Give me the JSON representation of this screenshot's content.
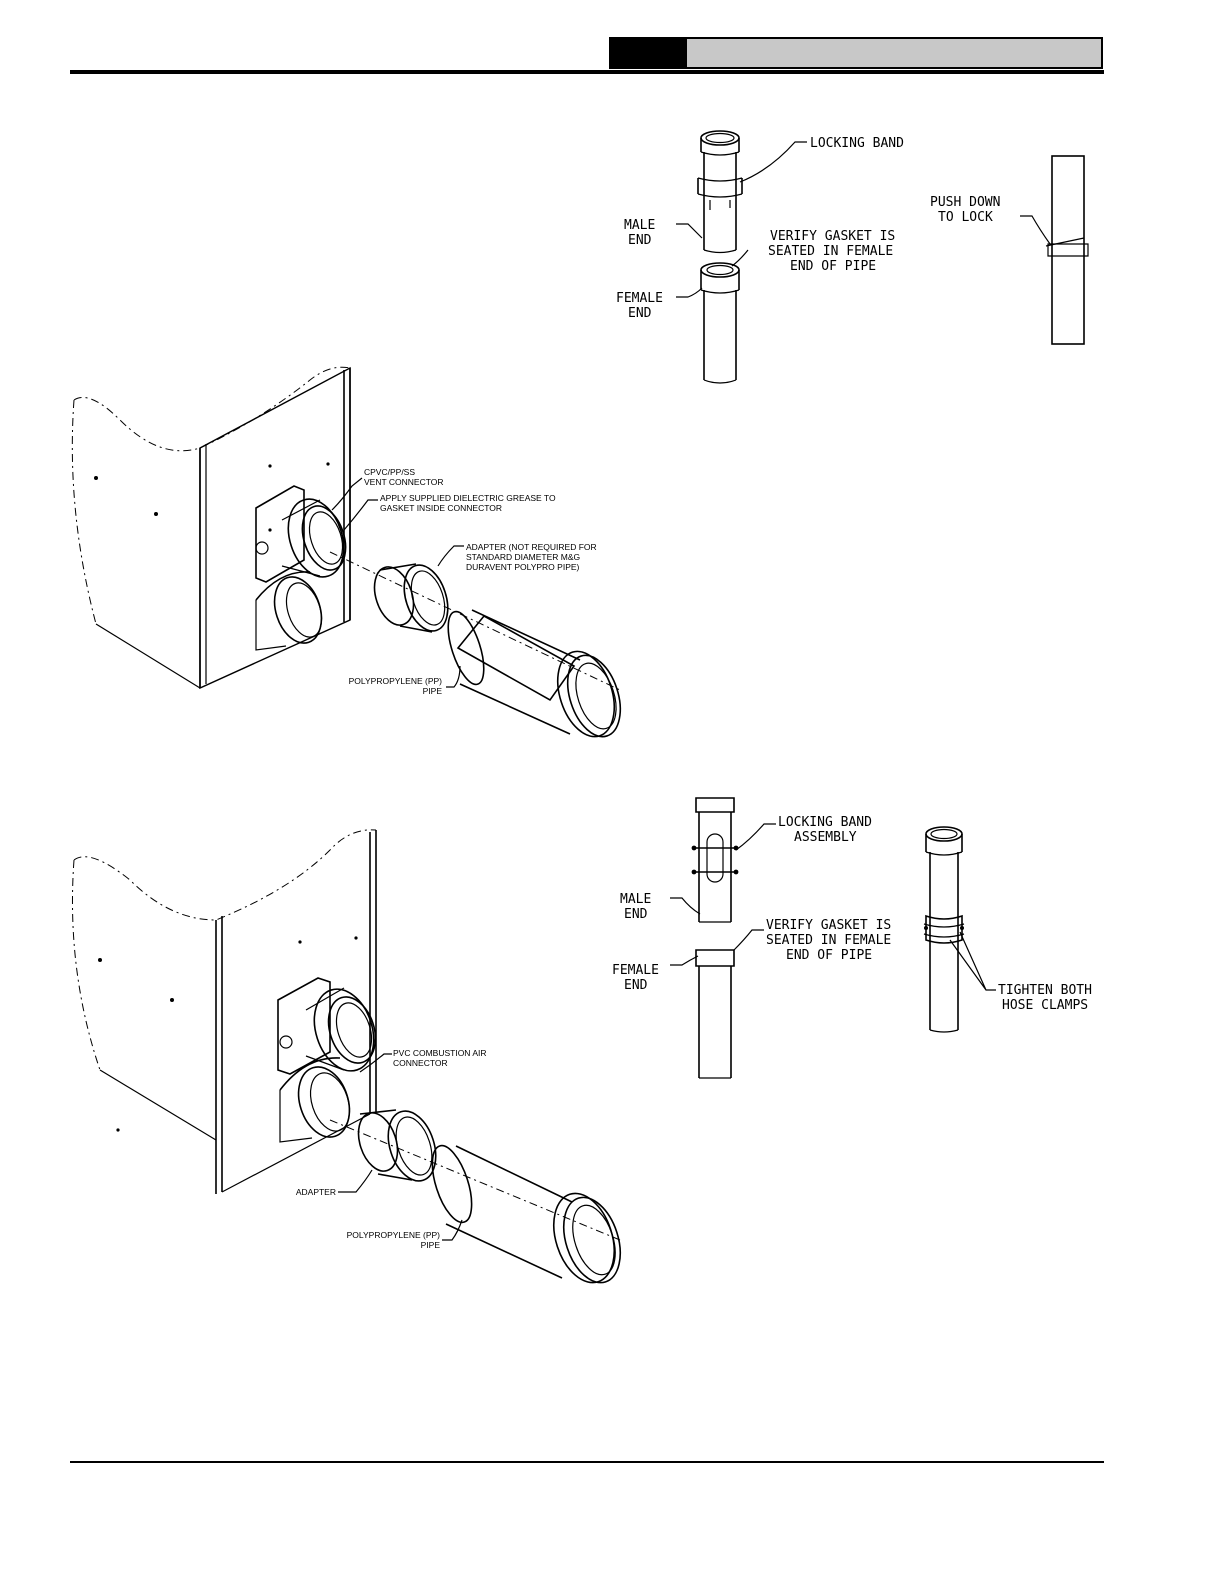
{
  "figure1": {
    "label_locking_band": "LOCKING BAND",
    "label_male_end": [
      "MALE",
      "END"
    ],
    "label_verify": [
      "VERIFY GASKET IS",
      "SEATED IN FEMALE",
      "END OF PIPE"
    ],
    "label_female_end": [
      "FEMALE",
      "END"
    ],
    "label_push": [
      "PUSH DOWN",
      "TO LOCK"
    ]
  },
  "figure2": {
    "label_vent_connector": [
      "CPVC/PP/SS",
      "VENT CONNECTOR"
    ],
    "label_grease": [
      "APPLY SUPPLIED DIELECTRIC GREASE TO",
      "GASKET INSIDE CONNECTOR"
    ],
    "label_adapter": [
      "ADAPTER (NOT REQUIRED FOR",
      "STANDARD DIAMETER M&G",
      "DURAVENT POLYPRO PIPE)"
    ],
    "label_pp_pipe": [
      "POLYPROPYLENE (PP)",
      "PIPE"
    ]
  },
  "figure3": {
    "label_locking_band_assembly": [
      "LOCKING BAND",
      "ASSEMBLY"
    ],
    "label_male_end": [
      "MALE",
      "END"
    ],
    "label_verify": [
      "VERIFY GASKET IS",
      "SEATED IN FEMALE",
      "END OF PIPE"
    ],
    "label_female_end": [
      "FEMALE",
      "END"
    ],
    "label_tighten": [
      "TIGHTEN BOTH",
      "HOSE CLAMPS"
    ]
  },
  "figure4": {
    "label_pvc_connector": [
      "PVC COMBUSTION AIR",
      "CONNECTOR"
    ],
    "label_adapter": "ADAPTER",
    "label_pp_pipe": [
      "POLYPROPYLENE (PP)",
      "PIPE"
    ]
  }
}
